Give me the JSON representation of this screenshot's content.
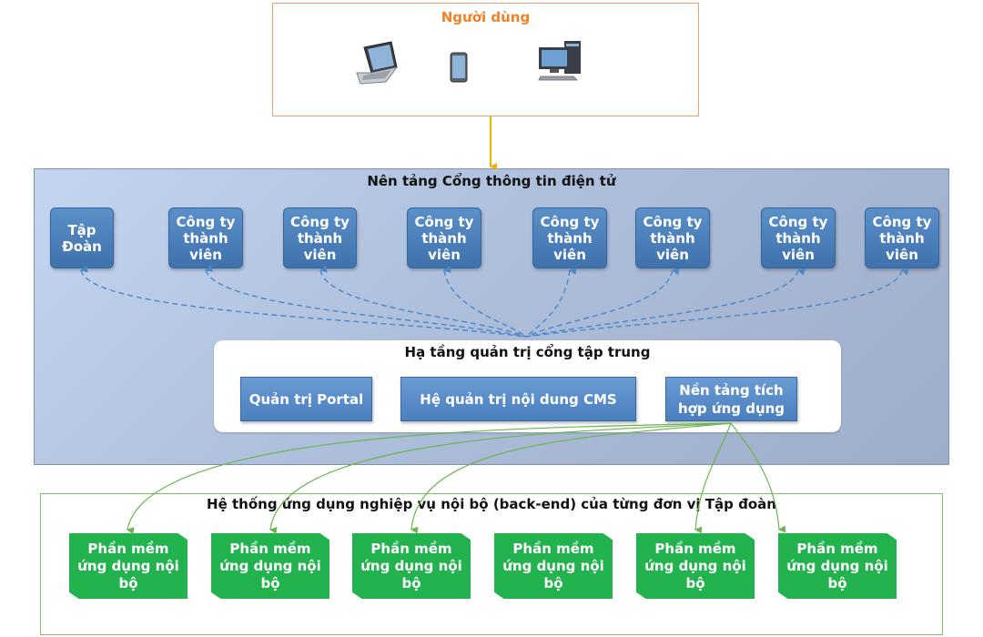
{
  "users": {
    "title": "Người dùng",
    "devices": [
      "laptop-icon",
      "smartphone-icon",
      "desktop-icon"
    ]
  },
  "platform": {
    "title": "Nên tảng Cổng thông tin điện tử",
    "units": [
      {
        "label": "Tập\nĐoàn"
      },
      {
        "label": "Công ty\nthành\nviên"
      },
      {
        "label": "Công ty\nthành\nviên"
      },
      {
        "label": "Công ty\nthành\nviên"
      },
      {
        "label": "Công ty\nthành\nviên"
      },
      {
        "label": "Công ty\nthành\nviên"
      },
      {
        "label": "Công ty\nthành\nviên"
      },
      {
        "label": "Công ty\nthành\nviên"
      }
    ]
  },
  "infrastructure": {
    "title": "Hạ tầng quản trị cổng tập trung",
    "services": [
      {
        "label": "Quản trị Portal"
      },
      {
        "label": "Hệ quản trị nội dung CMS"
      },
      {
        "label": "Nền tảng tích\nhợp ứng dụng"
      }
    ]
  },
  "backend": {
    "title": "Hệ thống ứng dụng nghiệp vụ nội bộ (back-end) của từng đơn vị Tập đoàn",
    "apps": [
      {
        "label": "Phần mềm\nứng dụng nội\nbộ"
      },
      {
        "label": "Phần mềm\nứng dụng nội\nbộ"
      },
      {
        "label": "Phần mềm\nứng dụng nội\nbộ"
      },
      {
        "label": "Phần mềm\nứng dụng nội\nbộ"
      },
      {
        "label": "Phần mềm\nứng dụng nội\nbộ"
      },
      {
        "label": "Phần mềm\nứng dụng nội\nbộ"
      }
    ]
  },
  "colors": {
    "user_border": "#f0a070",
    "user_title": "#f0822a",
    "user_arrow": "#f0b400",
    "unit_fill": "#4a7fbf",
    "dashed_link": "#4a86c8",
    "app_fill": "#22b34e",
    "green_link": "#6cb54e"
  }
}
